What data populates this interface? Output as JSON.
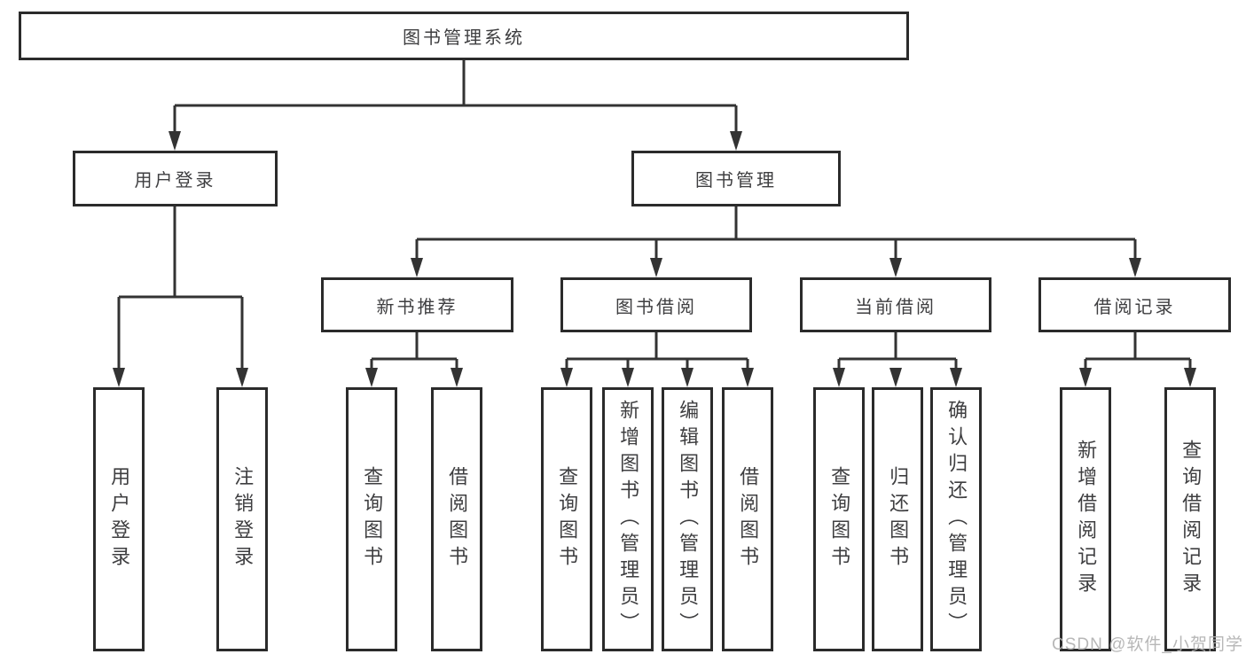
{
  "diagram": {
    "root": {
      "label": "图书管理系统"
    },
    "level2": [
      {
        "label": "用户登录"
      },
      {
        "label": "图书管理"
      }
    ],
    "level3": [
      {
        "label": "新书推荐"
      },
      {
        "label": "图书借阅"
      },
      {
        "label": "当前借阅"
      },
      {
        "label": "借阅记录"
      }
    ],
    "leaves": {
      "user": [
        "用户登录",
        "注销登录"
      ],
      "newbook": [
        "查询图书",
        "借阅图书"
      ],
      "borrow": [
        "查询图书",
        "新增图书（管理员）",
        "编辑图书（管理员）",
        "借阅图书"
      ],
      "current": [
        "查询图书",
        "归还图书",
        "确认归还（管理员）"
      ],
      "records": [
        "新增借阅记录",
        "查询借阅记录"
      ]
    }
  },
  "watermark": "CSDN @软件_小贺同学",
  "colors": {
    "line": "#333333",
    "border": "#2b2b2b",
    "text": "#3e3e40",
    "watermark": "#b0b0b0",
    "background": "#ffffff"
  }
}
